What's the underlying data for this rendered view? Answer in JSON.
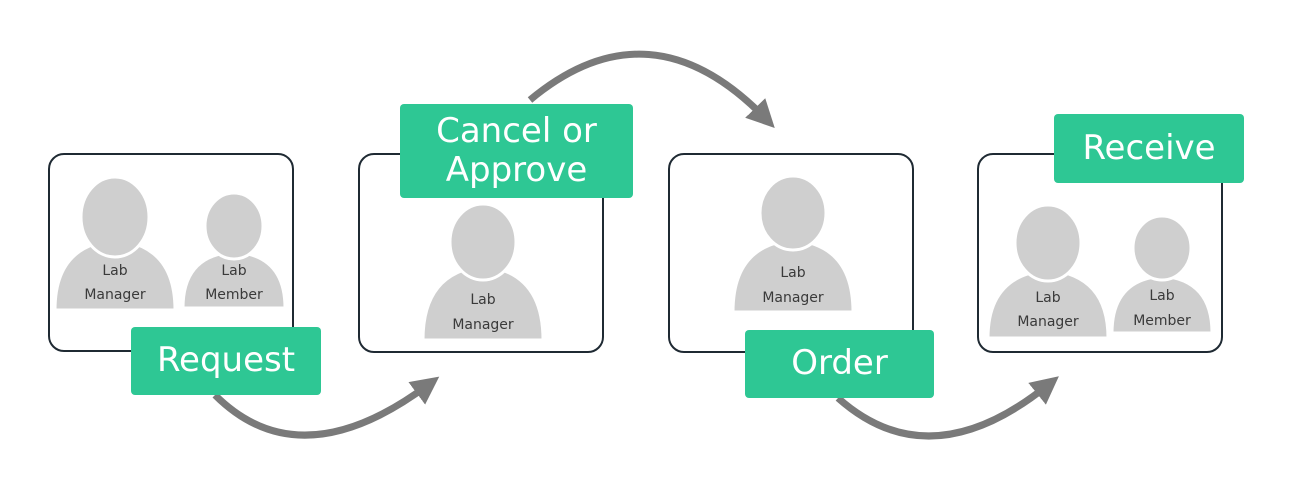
{
  "steps": [
    {
      "label": "Request",
      "roles": [
        "Lab Manager",
        "Lab Member"
      ]
    },
    {
      "label": "Cancel or Approve",
      "roles": [
        "Lab Manager"
      ]
    },
    {
      "label": "Order",
      "roles": [
        "Lab Manager"
      ]
    },
    {
      "label": "Receive",
      "roles": [
        "Lab Manager",
        "Lab Member"
      ]
    }
  ],
  "role_lines": {
    "lab": "Lab",
    "manager": "Manager",
    "member": "Member",
    "cancel_line1": "Cancel or",
    "cancel_line2": "Approve"
  },
  "colors": {
    "label_bg": "#2ec794",
    "arrow": "#7a7a7a",
    "person": "#cfcfcf",
    "box_border": "#1f2a33"
  }
}
